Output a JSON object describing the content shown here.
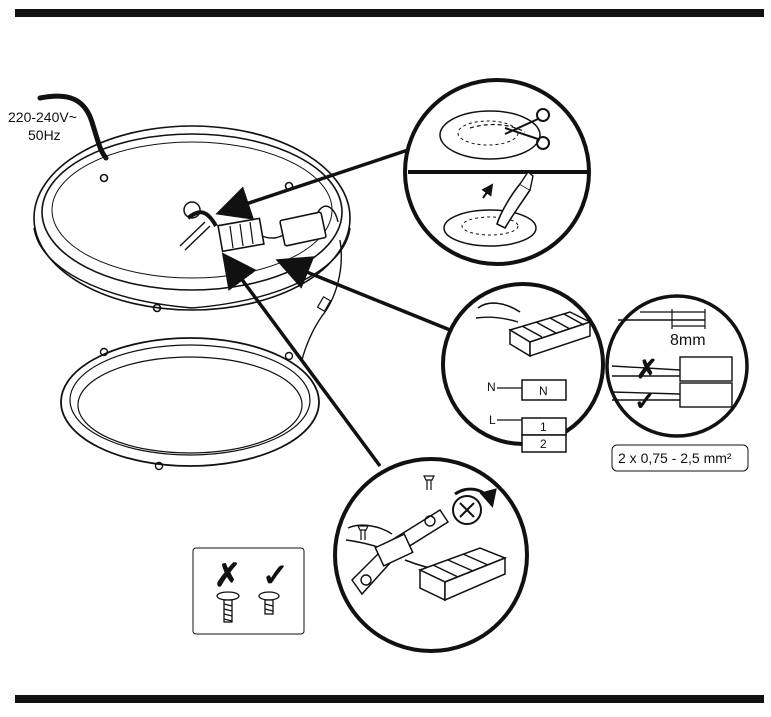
{
  "supply": {
    "voltage": "220-240V~",
    "frequency": "50Hz"
  },
  "terminal": {
    "row_n": "N",
    "row_1": "1",
    "row_2": "2",
    "label_n": "N",
    "label_l": "L"
  },
  "strip": {
    "length": "8mm",
    "cross_section": "2 x 0,75 - 2,5 mm²"
  },
  "marks": {
    "wrong": "✗",
    "right": "✓"
  }
}
